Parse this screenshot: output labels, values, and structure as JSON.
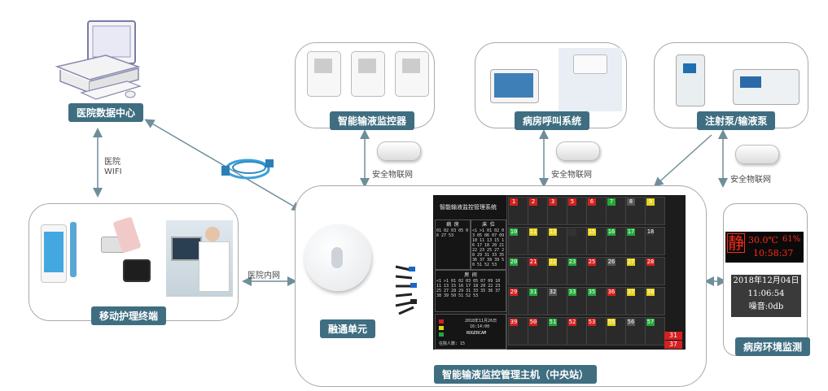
{
  "nodes": {
    "data_center": "医院数据中心",
    "mobile_terminal": "移动护理终端",
    "monitor": "智能输液监控器",
    "call_system": "病房呼叫系统",
    "pump": "注射泵/输液泵",
    "env_monitor": "病房环境监测",
    "fusion_unit": "融通单元",
    "central_station": "智能输液监控管理主机（中央站）"
  },
  "links": {
    "wifi_line1": "医院",
    "wifi_line2": "WIFI",
    "intranet": "医院内网",
    "iot_1": "安全物联网",
    "iot_2": "安全物联网",
    "iot_3": "安全物联网"
  },
  "screen": {
    "title": "智能输液监控管理系统",
    "panel1_title": "病 房",
    "panel2_title": "床 位",
    "panel1_text": "01 02 03 05 06 27 53",
    "panel2_text": "<1 >1 01 02 03 05 06 07 09 10 11 13 15 16 17 18 20 21 22 23 25 27 28 29 31 33 35 36 37 38 39 50 51 52 53",
    "panel3_title": "房 间",
    "panel3_text": "<1 >1 01 02 03 05 07 09 10 11 13 15 16 17 18 20 22 23 25 27 28 29 31 33 35 36 37 38 39 50 51 52 53",
    "date": "2018年11月26日",
    "time": "16:14:00",
    "brand": "ROGERCAM",
    "count_label": "在院人数: 15",
    "bed_numbers": [
      "1",
      "2",
      "3",
      "5",
      "6",
      "7",
      "8",
      "9",
      "10",
      "11",
      "13",
      "",
      "15",
      "16",
      "17",
      "18",
      "20",
      "21",
      "22",
      "23",
      "25",
      "26",
      "27",
      "28",
      "29",
      "31",
      "32",
      "33",
      "35",
      "36",
      "37",
      "38",
      "39",
      "50",
      "51",
      "52",
      "53",
      "55",
      "56",
      "57"
    ],
    "alert_a": "31",
    "alert_b": "37"
  },
  "env": {
    "quiet_char": "静",
    "temp": "30.0℃",
    "humidity": "61%",
    "led_time": "10:58:37",
    "date": "2018年12月04日",
    "time": "11:06:54",
    "noise": "噪音:0db"
  }
}
